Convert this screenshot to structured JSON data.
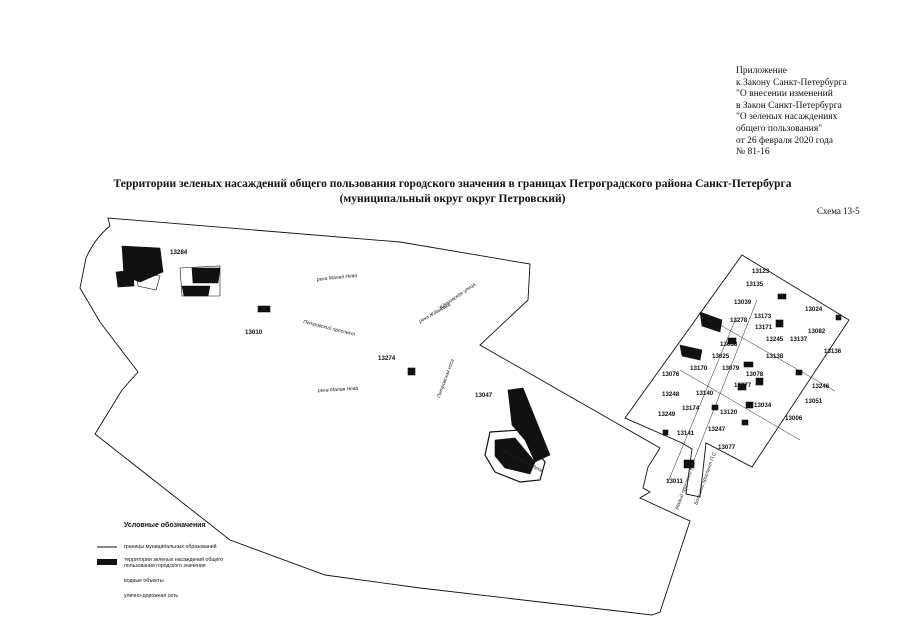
{
  "note": {
    "lines": [
      "Приложение",
      "к Закону Санкт-Петербурга",
      "\"О внесении изменений",
      "в Закон Санкт-Петербурга",
      "\"О зеленых насаждениях",
      "общего пользования\"",
      "от 26 февраля 2020 года",
      "№ 81-16"
    ]
  },
  "title": {
    "line1": "Территории зеленых насаждений общего пользования городского значения в границах Петроградского района Санкт-Петербурга",
    "line2": "(муниципальный округ округ Петровский)"
  },
  "scheme_label": "Схема 13-5",
  "map": {
    "codes": {
      "c13284": "13284",
      "c13010": "13010",
      "c13274": "13274",
      "c13047": "13047",
      "c13123": "13123",
      "c13135": "13135",
      "c13039": "13039",
      "c13024": "13024",
      "c13278": "13278",
      "c13173": "13173",
      "c13171": "13171",
      "c13082": "13082",
      "c13038": "13038",
      "c13245": "13245",
      "c13137": "13137",
      "c13136": "13136",
      "c13025": "13025",
      "c13138": "13138",
      "c13076": "13076",
      "c13170": "13170",
      "c13079": "13079",
      "c13078": "13078",
      "c13277": "13277",
      "c13246": "13246",
      "c13248": "13248",
      "c13140": "13140",
      "c13034": "13034",
      "c13051": "13051",
      "c13174": "13174",
      "c13120": "13120",
      "c13006": "13006",
      "c13249": "13249",
      "c13247": "13247",
      "c13141": "13141",
      "c13077": "13077",
      "c13011": "13011"
    },
    "streets": {
      "maloy_nevy_top": "река Малая Нева",
      "maloy_nevy_bottom": "река Малая Нева",
      "petrovsky_prospekt": "Петровский проспект",
      "zhdanovka": "река Ждановка",
      "zhdanovskaya": "Ждановская улица",
      "petrovskaya_kosa": "Петровская коса",
      "petrovsky_ostrov": "Петровский остров",
      "bolshoy_prospekt": "Большой проспект П.С.",
      "maly_prospekt": "Малый проспект П.С."
    }
  },
  "legend": {
    "title": "Условные обозначения",
    "items": [
      {
        "symbol": "line",
        "label": "границы муниципальных образований"
      },
      {
        "symbol": "fill",
        "label": "территории зеленых насаждений общего пользования городского значения"
      },
      {
        "symbol": "none",
        "label": "водные объекты"
      },
      {
        "symbol": "none",
        "label": "улично-дорожная сеть"
      }
    ]
  },
  "colors": {
    "ink": "#111111",
    "paper": "#ffffff"
  }
}
